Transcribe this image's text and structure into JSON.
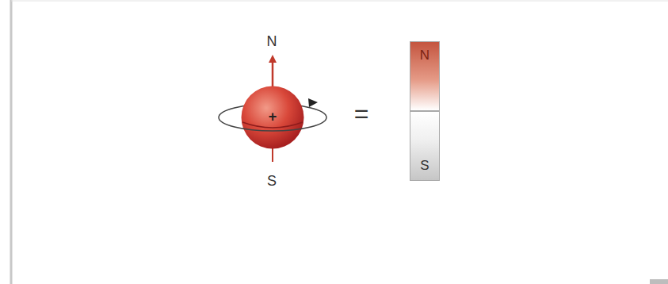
{
  "diagram": {
    "nodes": [
      {
        "text": [
          "+"
        ]
      },
      {
        "text": [
          "N"
        ]
      },
      {
        "text": [
          "S"
        ]
      }
    ],
    "labels": [
      "N",
      "S",
      "="
    ]
  }
}
